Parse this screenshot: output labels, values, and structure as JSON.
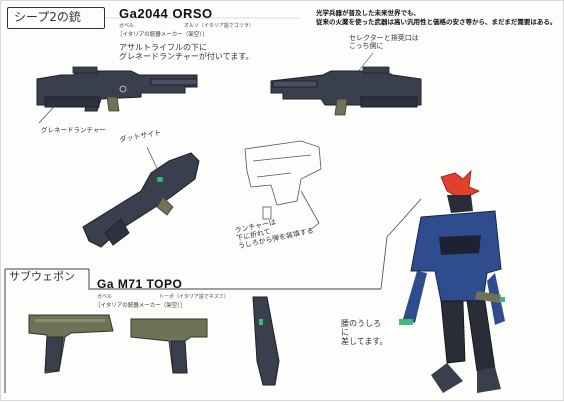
{
  "sheet": {
    "title": "シープ2の銃"
  },
  "main_weapon": {
    "model": "Ga2044 ORSO",
    "ruby_left": "ガベル",
    "ruby_right": "オルソ（イタリア語でゴリラ）",
    "maker": "［イタリアの銃器メーカー（架空）］",
    "note_launcher": "アサルトライフルの下に\nグレネードランチャーが付いてます。",
    "note_selector": "セレクターと排莢口は\nこっち側に",
    "label_grenade": "グレネードランチャー",
    "label_dot_sight": "ダットサイト",
    "note_launcher_fold": "ランチャーは\n下に折れて\nうしろから弾を装填する"
  },
  "description": {
    "line1": "光学兵器が普及した未来世界でも、",
    "line2": "従来の火薬を使った武器は高い汎用性と価格の安さ等から、まだまだ需要はある。"
  },
  "sub_weapon": {
    "section_title": "サブウェポン",
    "model": "Ga M71  TOPO",
    "ruby_left": "ガベル",
    "ruby_right": "トーポ（イタリア語でネズミ）",
    "maker": "［イタリアの銃器メーカー（架空）］",
    "note_holster": "腰のうしろ\nに\n差してます。"
  },
  "colors": {
    "gun_dark": "#3a3f4e",
    "gun_olive": "#6f7257",
    "jacket_blue": "#2f4d8e",
    "hair_red": "#e0402c",
    "accent_green": "#3fb87a"
  }
}
